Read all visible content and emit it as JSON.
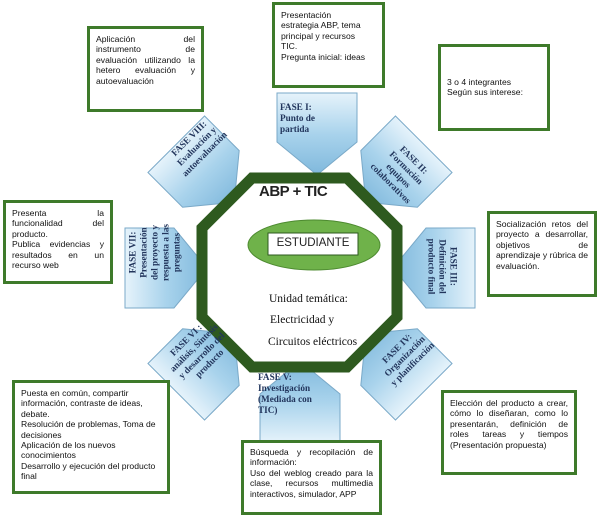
{
  "diagram": {
    "logo_text": "ABP + TIC",
    "center_label": "ESTUDIANTE",
    "center_text": [
      "Unidad temática:",
      "Electricidad y",
      "Circuitos eléctricos"
    ],
    "phases": [
      {
        "id": "fase-1",
        "text": "FASE I:\nPunto           de\npartida"
      },
      {
        "id": "fase-2",
        "text": "FASE II:\nFormación\nequipos\ncolaborativos"
      },
      {
        "id": "fase-3",
        "text": "FASE III:\nDefinición del\nproducto final"
      },
      {
        "id": "fase-4",
        "text": "FASE IV:\nOrganización\ny planificación"
      },
      {
        "id": "fase-5",
        "text": "FASE V:\nInvestigación\n(Mediada       con\nTIC)"
      },
      {
        "id": "fase-6",
        "text": "FASE VI :\nanálisis, Síntesis\ny desarrollo del\nproducto"
      },
      {
        "id": "fase-7",
        "text": "FASE VII:\nPresentación\ndel proyecto y\nrespuesta a las\npreguntas"
      },
      {
        "id": "fase-8",
        "text": "FASE VIII:\nEvaluación     y\nautoevaluación"
      }
    ],
    "boxes": [
      {
        "id": "box-top",
        "text": "Presentación\nestrategia ABP, tema\nprincipal y recursos\nTIC.\nPregunta inicial: ideas"
      },
      {
        "id": "box-top-right",
        "text": "3 o 4 integrantes\nSegún sus interese:"
      },
      {
        "id": "box-right",
        "text": "Socialización retos del proyecto a desarrollar, objetivos de aprendizaje y rúbrica de evaluación."
      },
      {
        "id": "box-bottom-right",
        "text": "Elección del producto a crear, cómo lo diseñaran, como lo presentarán, definición de roles tareas y tiempos      (Presentación propuesta)"
      },
      {
        "id": "box-bottom",
        "text": "Búsqueda y recopilación de información:\nUso del weblog creado para la clase, recursos multimedia interactivos, simulador, APP"
      },
      {
        "id": "box-bottom-left",
        "text": "Puesta en común, compartir información, contraste de ideas, debate.\nResolución de problemas, Toma de decisiones\nAplicación de los nuevos conocimientos\nDesarrollo y ejecución del producto final"
      },
      {
        "id": "box-left",
        "text": "Presenta la funcionalidad del producto.\nPublica evidencias y resultados en un recurso web"
      },
      {
        "id": "box-top-left",
        "text": "Aplicación del instrumento de evaluación utilizando la hetero evaluación y autoevaluación"
      }
    ],
    "colors": {
      "border": "#3e7a2a",
      "octagon": "#2e5a1f",
      "ellipse": "#6fb24a",
      "phase_fill": "#a9d3ec",
      "phase_text": "#22355c"
    }
  }
}
